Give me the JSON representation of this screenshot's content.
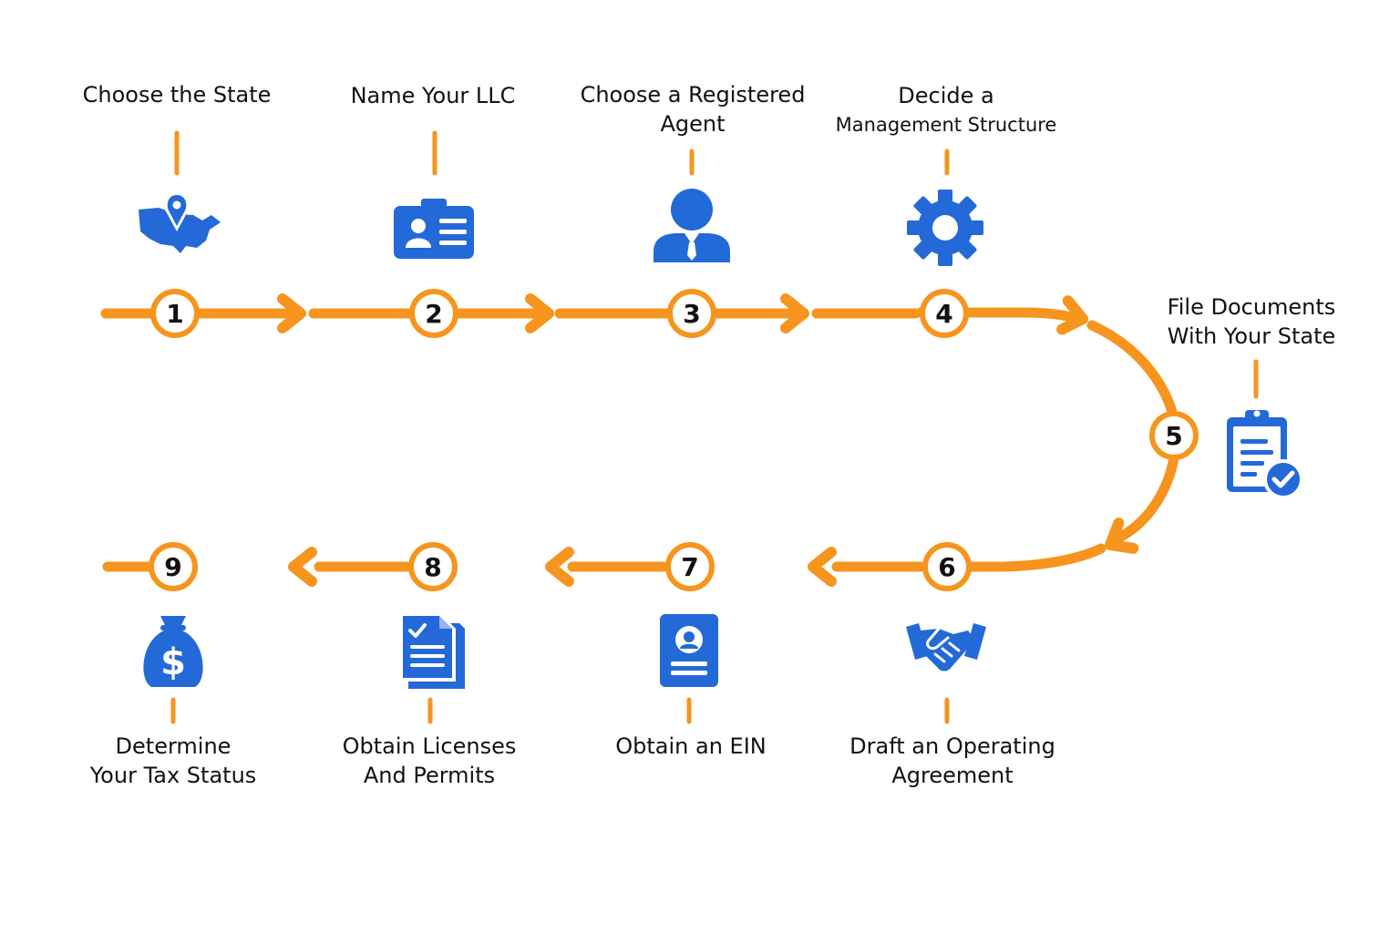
{
  "colors": {
    "path": "#F7941D",
    "icon": "#2369D8",
    "node_fill": "#FFFFFF",
    "text": "#111111"
  },
  "steps": [
    {
      "number": "1",
      "lines": [
        "Choose the State"
      ],
      "icon": "usa-map-pin-icon"
    },
    {
      "number": "2",
      "lines": [
        "Name Your LLC"
      ],
      "icon": "id-card-icon"
    },
    {
      "number": "3",
      "lines": [
        "Choose a Registered",
        "Agent"
      ],
      "icon": "person-icon"
    },
    {
      "number": "4",
      "lines": [
        "Decide a",
        "Management Structure"
      ],
      "icon": "gear-icon"
    },
    {
      "number": "5",
      "lines": [
        "File Documents",
        "With Your State"
      ],
      "icon": "clipboard-check-icon"
    },
    {
      "number": "6",
      "lines": [
        "Draft an Operating",
        "Agreement"
      ],
      "icon": "handshake-icon"
    },
    {
      "number": "7",
      "lines": [
        "Obtain an EIN"
      ],
      "icon": "id-badge-icon"
    },
    {
      "number": "8",
      "lines": [
        "Obtain Licenses",
        "And Permits"
      ],
      "icon": "documents-check-icon"
    },
    {
      "number": "9",
      "lines": [
        "Determine",
        "Your Tax Status"
      ],
      "icon": "money-bag-icon"
    }
  ]
}
